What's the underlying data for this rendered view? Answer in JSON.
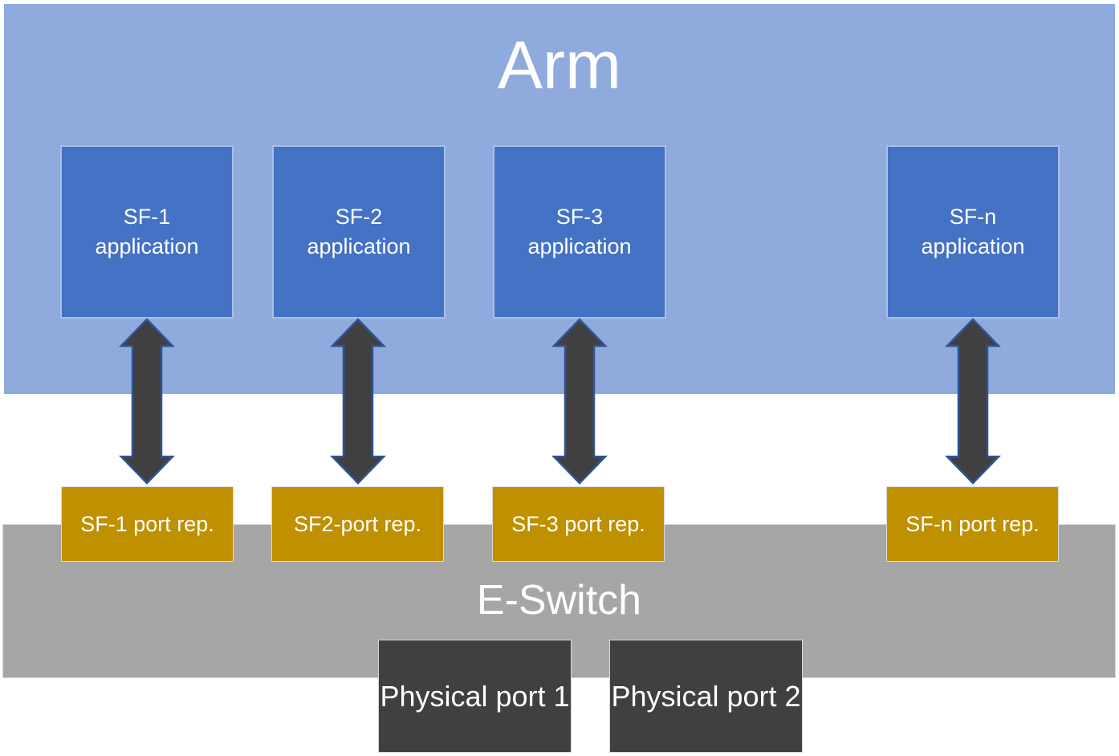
{
  "diagram": {
    "arm": {
      "title": "Arm"
    },
    "applications": [
      {
        "line1": "SF-1",
        "line2": "application"
      },
      {
        "line1": "SF-2",
        "line2": "application"
      },
      {
        "line1": "SF-3",
        "line2": "application"
      },
      {
        "line1": "SF-n",
        "line2": "application"
      }
    ],
    "port_reps": [
      {
        "label": "SF-1 port rep."
      },
      {
        "label": "SF2-port rep."
      },
      {
        "label": "SF-3 port rep."
      },
      {
        "label": "SF-n port rep."
      }
    ],
    "eswitch": {
      "label": "E-Switch"
    },
    "physical_ports": [
      {
        "label": "Physical port 1"
      },
      {
        "label": "Physical port 2"
      }
    ],
    "icons": [
      {
        "name": "double-arrow-icon",
        "meaning": "bidirectional connection between SF application and its port representor"
      }
    ],
    "colors": {
      "arm_background": "#8FAADC",
      "application_box": "#4472C4",
      "port_rep_box": "#BF9000",
      "eswitch_band": "#A6A6A6",
      "physical_port_box": "#404040",
      "arrow_fill": "#404040",
      "arrow_outline": "#2F5496",
      "text": "#FFFFFF"
    }
  }
}
